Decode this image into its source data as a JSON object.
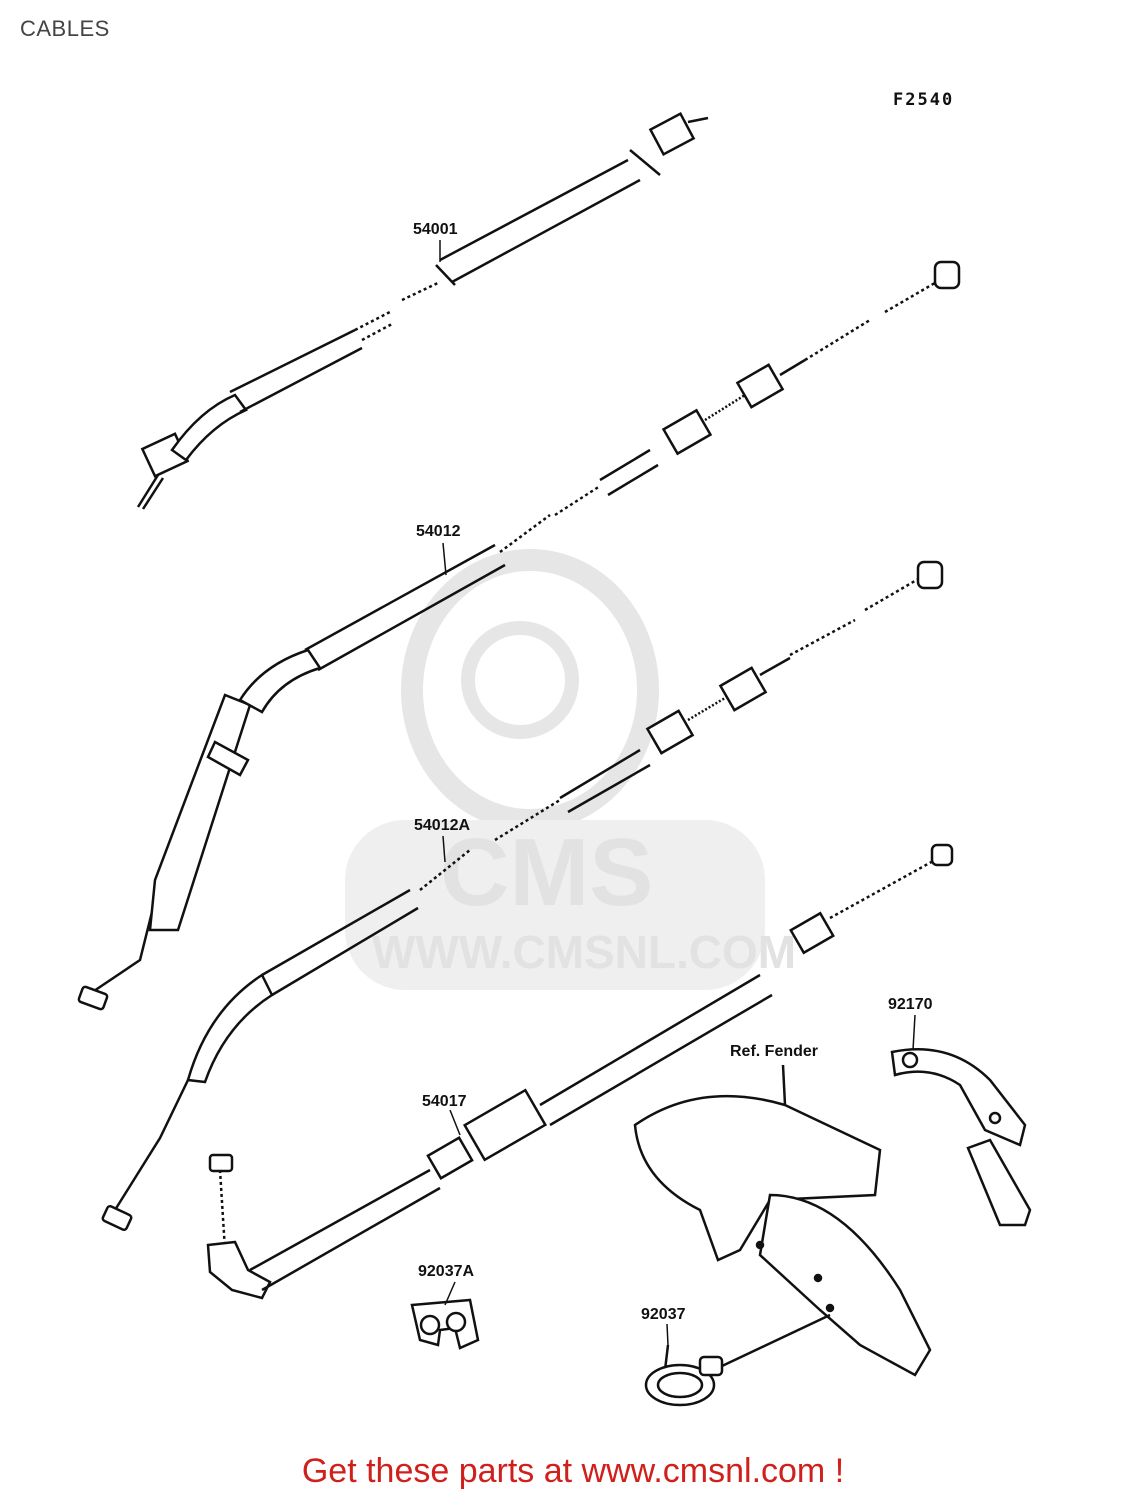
{
  "header": {
    "title": "CABLES",
    "figure_code": "F2540"
  },
  "watermark": {
    "brand": "CMS",
    "url": "WWW.CMSNL.COM"
  },
  "parts": [
    {
      "number": "54001"
    },
    {
      "number": "54012"
    },
    {
      "number": "54012A"
    },
    {
      "number": "54017"
    },
    {
      "number": "92170"
    },
    {
      "number": "92037A"
    },
    {
      "number": "92037"
    }
  ],
  "references": {
    "fender": "Ref. Fender"
  },
  "footer": {
    "cta": "Get these parts at www.cmsnl.com !"
  }
}
